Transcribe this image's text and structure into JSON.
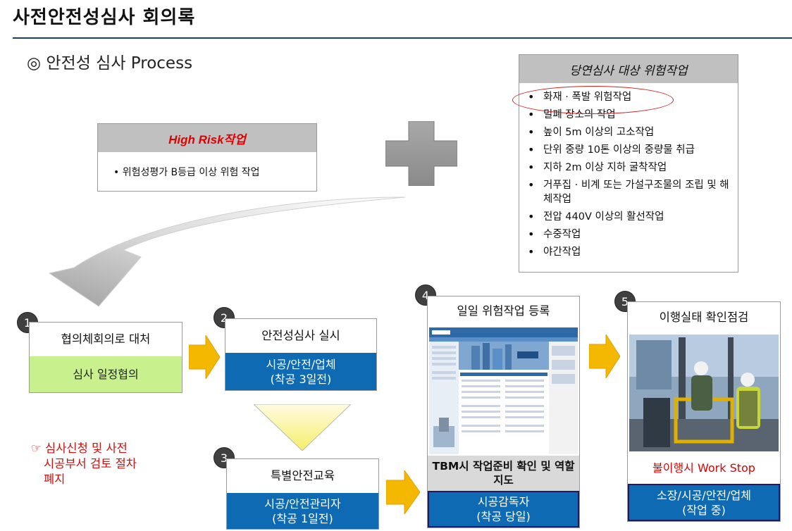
{
  "title": "사전안전성심사 회의록",
  "subtitle": "◎ 안전성 심사 Process",
  "high_risk": {
    "heading": "High Risk작업",
    "item": "• 위험성평가 B등급 이상 위험 작업"
  },
  "mandatory": {
    "heading": "당연심사 대상 위험작업",
    "items": [
      "화재 · 폭발 위험작업",
      "밀폐 장소의 작업",
      "높이 5m 이상의 고소작업",
      "단위 중량 10톤 이상의 중량물 취급",
      "지하 2m 이상 지하 굴착작업",
      "거푸집 · 비계 또는 가설구조물의 조립 및 해체작업",
      "전압 440V 이상의 활선작업",
      "수중작업",
      "야간작업"
    ]
  },
  "steps": [
    {
      "num": "1",
      "head": "협의체회의로 대처",
      "foot": [
        "심사 일정협의"
      ]
    },
    {
      "num": "2",
      "head": "안전성심사 실시",
      "foot": [
        "시공/안전/업체",
        "(착공 3일전)"
      ]
    },
    {
      "num": "3",
      "head": "특별안전교육",
      "foot": [
        "시공/안전관리자",
        "(착공 1일전)"
      ]
    },
    {
      "num": "4",
      "head": "일일 위험작업 등록",
      "mid": "TBM시 작업준비 확인 및 역할 지도",
      "foot": [
        "시공감독자",
        "(착공 당일)"
      ]
    },
    {
      "num": "5",
      "head": "이행실태 확인점검",
      "mid": "불이행시 Work Stop",
      "foot": [
        "소장/시공/안전/업체",
        "(작업 중)"
      ]
    }
  ],
  "note": [
    "☞ 심사신청 및 사전",
    "시공부서 검토 절차",
    "폐지"
  ],
  "colors": {
    "header_gray": "#c0c0c0",
    "blue": "#0e6bb3",
    "green": "#c8f08c",
    "arrow_orange": "#f5b800",
    "red": "#e00000"
  }
}
